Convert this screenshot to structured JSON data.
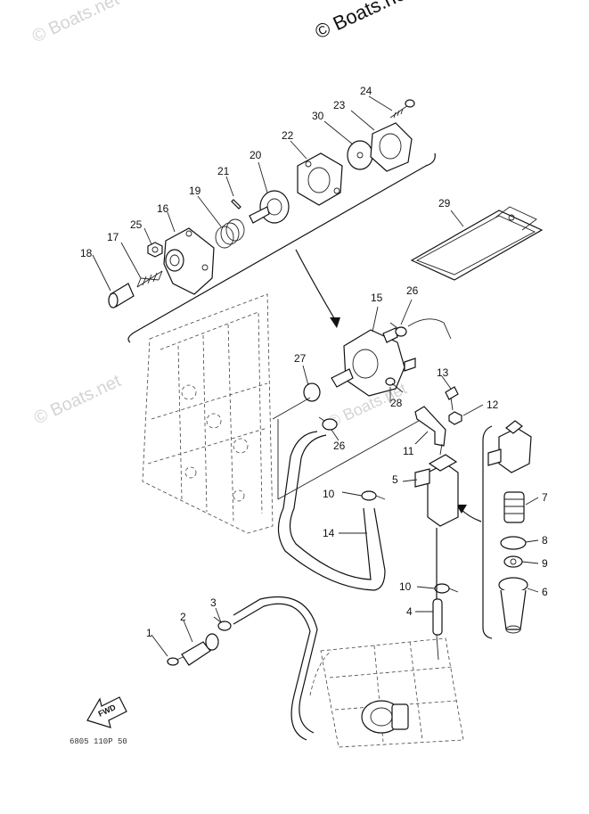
{
  "watermarks": {
    "top_right": "© Boats.net",
    "faint_1": "© Boats.net",
    "faint_2": "© Boats.net",
    "faint_3": "© Boats.net"
  },
  "labels": {
    "p1": "1",
    "p2": "2",
    "p3": "3",
    "p4": "4",
    "p5": "5",
    "p6": "6",
    "p7": "7",
    "p8": "8",
    "p9": "9",
    "p10a": "10",
    "p10b": "10",
    "p11": "11",
    "p12": "12",
    "p13": "13",
    "p14": "14",
    "p15": "15",
    "p16": "16",
    "p17": "17",
    "p18": "18",
    "p19": "19",
    "p20": "20",
    "p21": "21",
    "p22": "22",
    "p23": "23",
    "p24": "24",
    "p25": "25",
    "p26a": "26",
    "p26b": "26",
    "p27": "27",
    "p28": "28",
    "p29": "29",
    "p30": "30"
  },
  "fwd_label": "FWD",
  "diagram_code": "6805 110P 50",
  "colors": {
    "line": "#111111",
    "watermark": "#d4d4d4"
  }
}
